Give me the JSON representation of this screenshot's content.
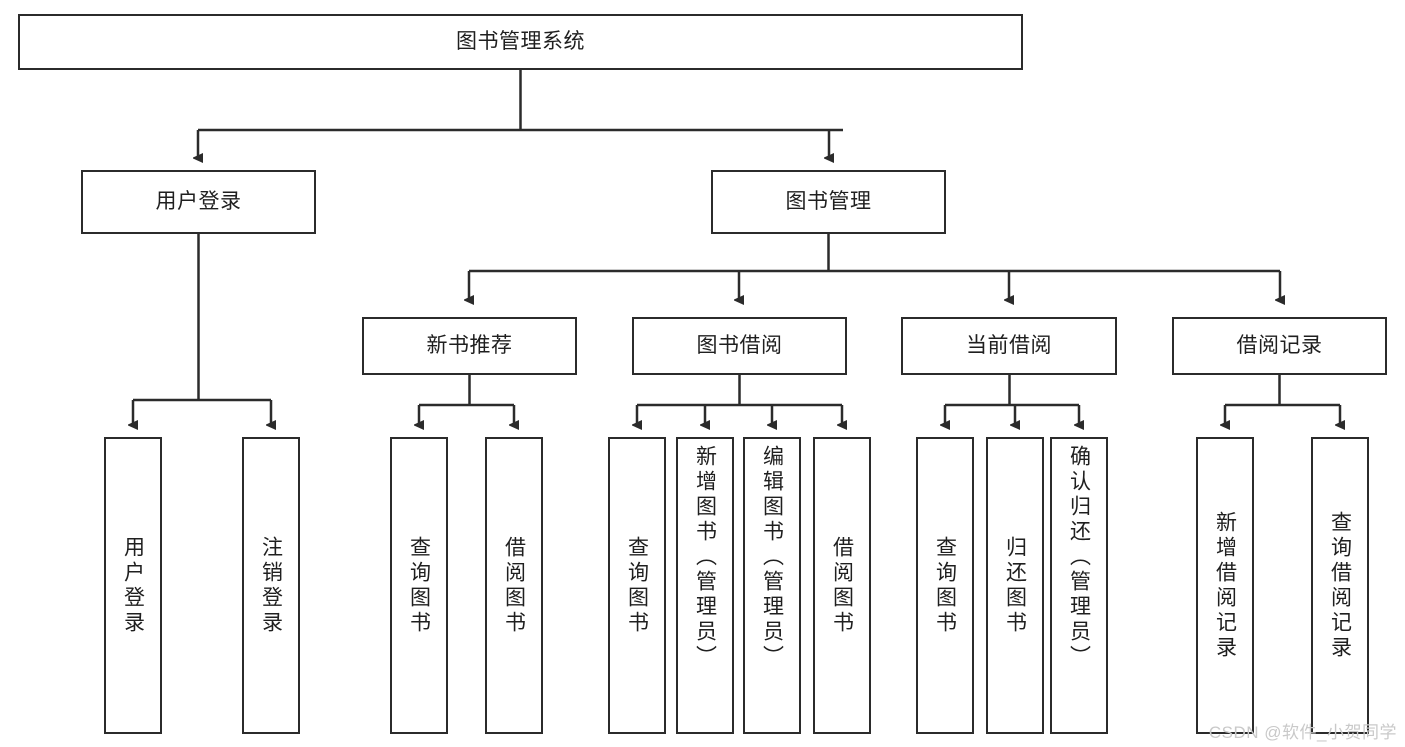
{
  "diagram": {
    "type": "tree",
    "title": "图书管理系统",
    "root": {
      "label": "图书管理系统"
    },
    "level2": [
      {
        "label": "用户登录"
      },
      {
        "label": "图书管理"
      }
    ],
    "level3": [
      {
        "label": "新书推荐"
      },
      {
        "label": "图书借阅"
      },
      {
        "label": "当前借阅"
      },
      {
        "label": "借阅记录"
      }
    ],
    "leaves": {
      "user_login": [
        {
          "label": "用户登录"
        },
        {
          "label": "注销登录"
        }
      ],
      "new_book_recommend": [
        {
          "label": "查询图书"
        },
        {
          "label": "借阅图书"
        }
      ],
      "book_borrow": [
        {
          "label": "查询图书"
        },
        {
          "label": "新增图书（管理员）"
        },
        {
          "label": "编辑图书（管理员）"
        },
        {
          "label": "借阅图书"
        }
      ],
      "current_borrow": [
        {
          "label": "查询图书"
        },
        {
          "label": "归还图书"
        },
        {
          "label": "确认归还（管理员）"
        }
      ],
      "borrow_record": [
        {
          "label": "新增借阅记录"
        },
        {
          "label": "查询借阅记录"
        }
      ]
    }
  },
  "watermark": {
    "text": "CSDN @软件_小贺同学"
  },
  "colors": {
    "border": "#2b2b2b",
    "text": "#1f1f1f",
    "background": "#ffffff",
    "watermark": "#c9c9c9"
  }
}
